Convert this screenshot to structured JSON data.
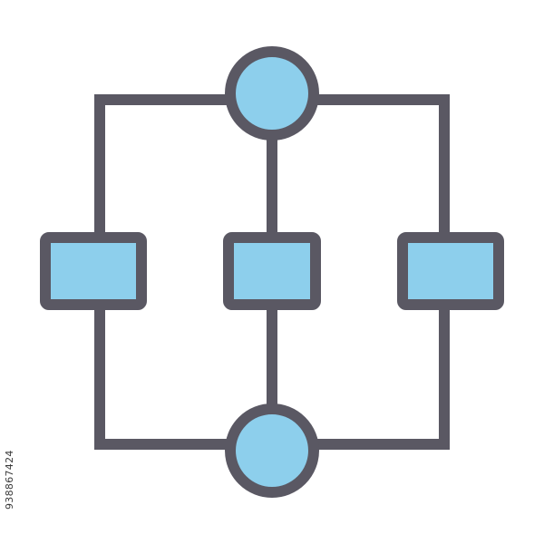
{
  "stock": {
    "id_text": "938867424"
  },
  "colors": {
    "stroke": "#5a5863",
    "fill": "#8dcfec",
    "background": "#ffffff"
  },
  "icon": {
    "name": "network-topology-icon",
    "nodes": [
      {
        "name": "top-circle-node",
        "shape": "circle"
      },
      {
        "name": "left-rect-node",
        "shape": "rectangle"
      },
      {
        "name": "center-rect-node",
        "shape": "rectangle"
      },
      {
        "name": "right-rect-node",
        "shape": "rectangle"
      },
      {
        "name": "bottom-circle-node",
        "shape": "circle"
      }
    ]
  }
}
